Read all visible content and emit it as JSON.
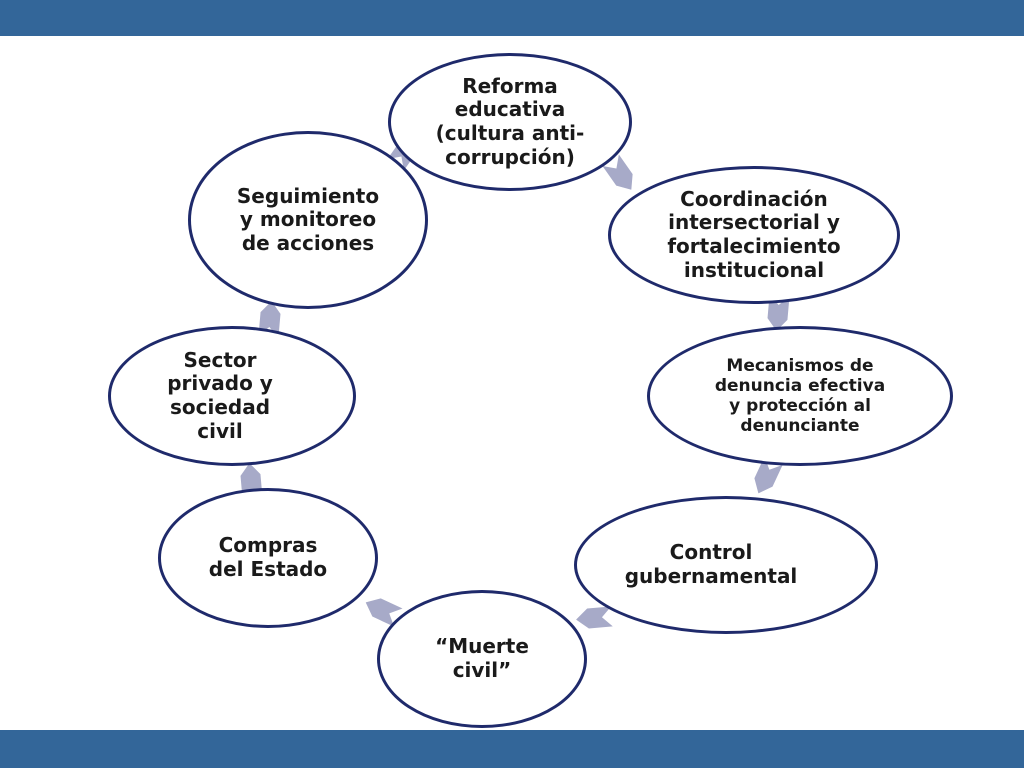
{
  "colors": {
    "band": "#336699",
    "node_border": "#1f2a6b",
    "arrow": "#a7aac8"
  },
  "cycle": {
    "nodes": [
      {
        "label": "Reforma\neducativa\n(cultura anti-\ncorrupción)"
      },
      {
        "label": "Coordinación\nintersectorial y\nfortalecimiento\ninstitucional"
      },
      {
        "label": "Mecanismos de\ndenuncia efectiva\ny protección al\ndenunciante"
      },
      {
        "label": "Control\ngubernamental"
      },
      {
        "label": "“Muerte\ncivil”"
      },
      {
        "label": "Compras\ndel Estado"
      },
      {
        "label": "Sector\nprivado y\nsociedad\ncivil"
      },
      {
        "label": "Seguimiento\ny monitoreo\nde acciones"
      }
    ],
    "arrow_icon": "chevron-arrow-icon"
  }
}
